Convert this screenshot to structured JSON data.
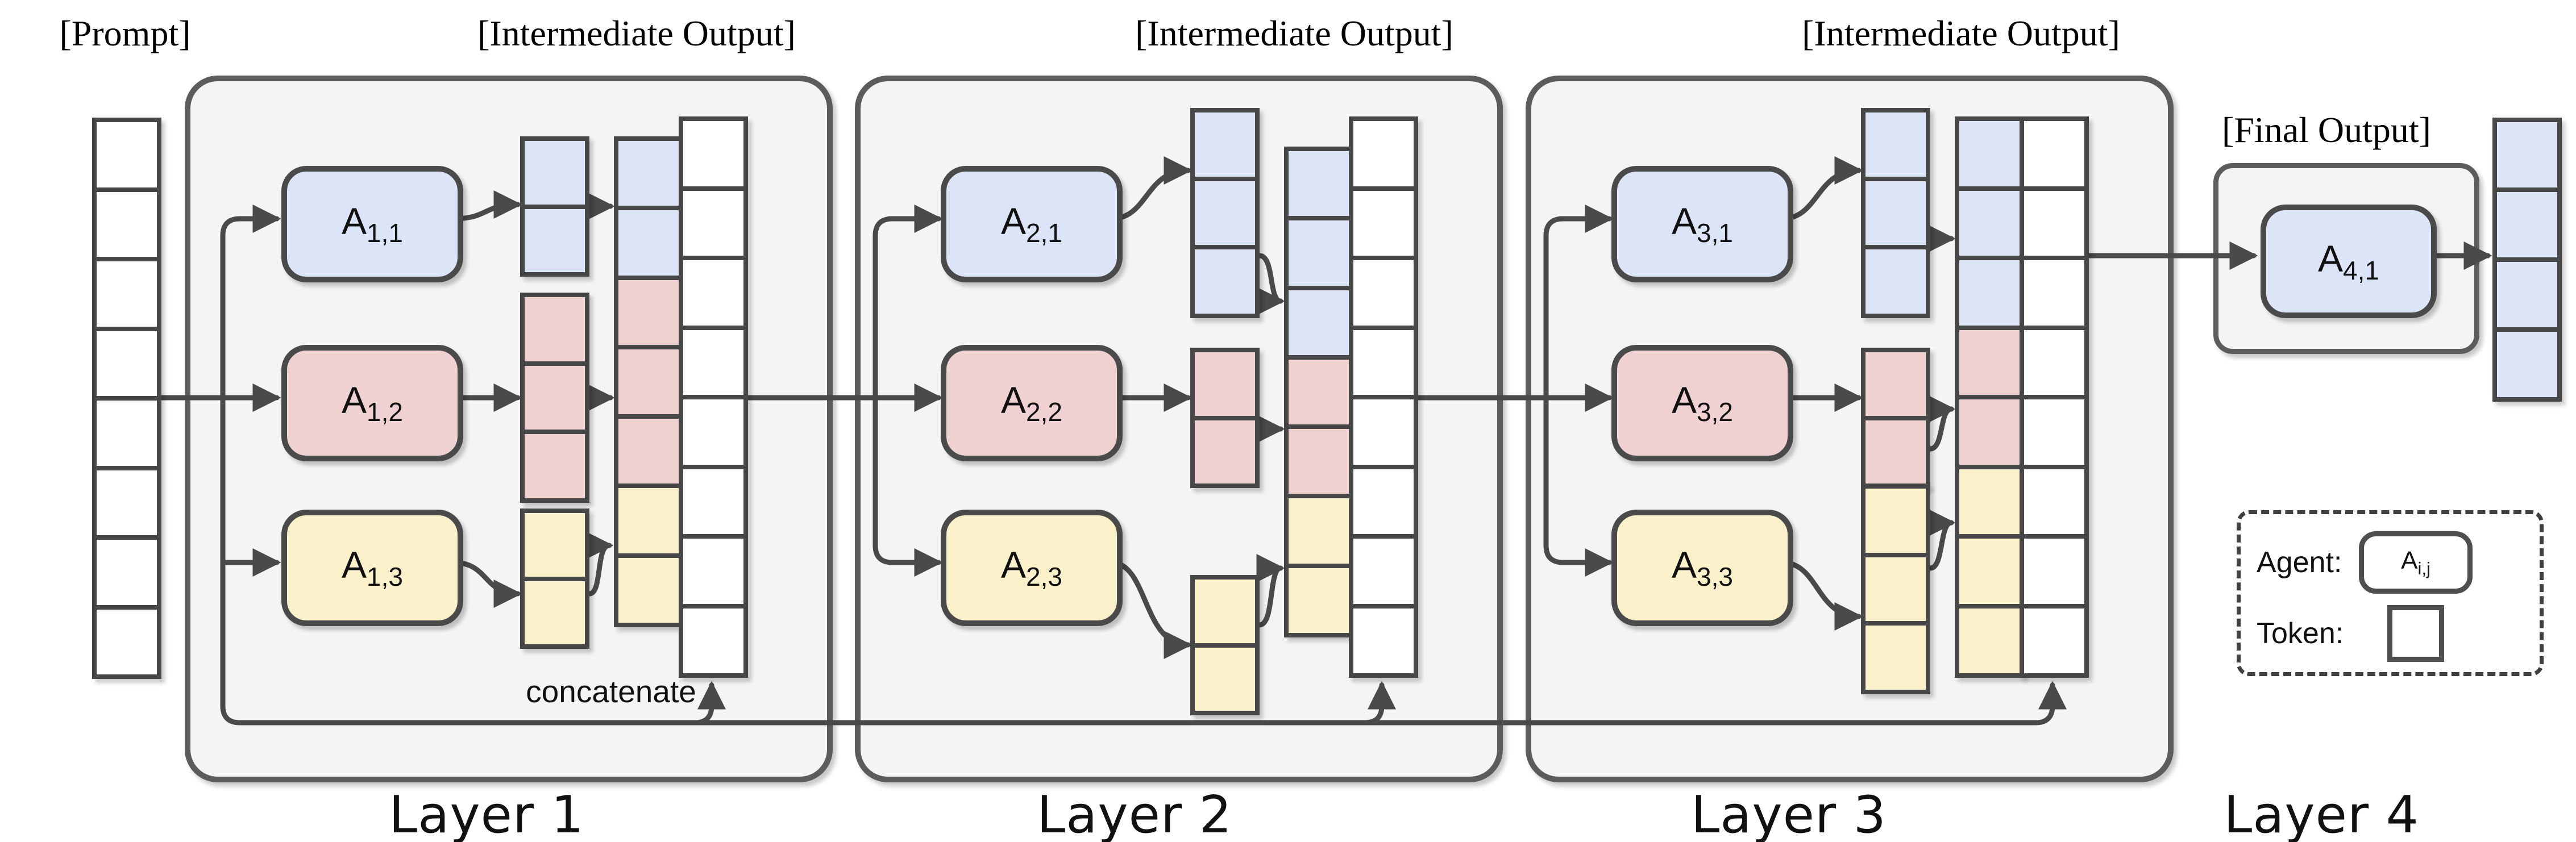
{
  "labels": {
    "prompt": "[Prompt]",
    "intermediate_output_1": "[Intermediate Output]",
    "intermediate_output_2": "[Intermediate Output]",
    "intermediate_output_3": "[Intermediate Output]",
    "final_output": "[Final Output]",
    "concatenate": "concatenate"
  },
  "layers": [
    {
      "label": "Layer 1",
      "agents": [
        {
          "base": "A",
          "sub": "1,1"
        },
        {
          "base": "A",
          "sub": "1,2"
        },
        {
          "base": "A",
          "sub": "1,3"
        }
      ],
      "stacks": {
        "out1": [
          "blue",
          "blue"
        ],
        "out2": [
          "pink",
          "pink",
          "pink"
        ],
        "out3": [
          "yellow",
          "yellow"
        ],
        "concat": [
          "blue",
          "blue",
          "pink",
          "pink",
          "pink",
          "yellow",
          "yellow"
        ],
        "context": [
          "white",
          "white",
          "white",
          "white",
          "white",
          "white",
          "white",
          "white"
        ]
      }
    },
    {
      "label": "Layer 2",
      "agents": [
        {
          "base": "A",
          "sub": "2,1"
        },
        {
          "base": "A",
          "sub": "2,2"
        },
        {
          "base": "A",
          "sub": "2,3"
        }
      ],
      "stacks": {
        "out1": [
          "blue",
          "blue",
          "blue"
        ],
        "out2": [
          "pink",
          "pink"
        ],
        "out3": [
          "yellow",
          "yellow"
        ],
        "concat": [
          "blue",
          "blue",
          "blue",
          "pink",
          "pink",
          "yellow",
          "yellow"
        ],
        "context": [
          "white",
          "white",
          "white",
          "white",
          "white",
          "white",
          "white",
          "white"
        ]
      }
    },
    {
      "label": "Layer 3",
      "agents": [
        {
          "base": "A",
          "sub": "3,1"
        },
        {
          "base": "A",
          "sub": "3,2"
        },
        {
          "base": "A",
          "sub": "3,3"
        }
      ],
      "stacks": {
        "out1": [
          "blue",
          "blue",
          "blue"
        ],
        "out2": [
          "pink",
          "pink"
        ],
        "out3": [
          "yellow",
          "yellow",
          "yellow"
        ],
        "concat": [
          "blue",
          "blue",
          "blue",
          "pink",
          "pink",
          "yellow",
          "yellow",
          "yellow"
        ],
        "context": [
          "white",
          "white",
          "white",
          "white",
          "white",
          "white",
          "white",
          "white"
        ]
      }
    },
    {
      "label": "Layer 4",
      "agents": [
        {
          "base": "A",
          "sub": "4,1"
        }
      ]
    }
  ],
  "prompt_stack": [
    "white",
    "white",
    "white",
    "white",
    "white",
    "white",
    "white",
    "white"
  ],
  "final_stack": [
    "blue",
    "blue",
    "blue",
    "blue"
  ],
  "legend": {
    "agent_label": "Agent:",
    "agent_symbol": {
      "base": "A",
      "sub": "i,j"
    },
    "token_label": "Token:"
  },
  "colors": {
    "blue": "#dbe5f7",
    "pink": "#f0d1d1",
    "yellow": "#faf0ca",
    "white": "#ffffff",
    "line": "#4a4a4a",
    "container_fill": "#f4f4f4"
  }
}
